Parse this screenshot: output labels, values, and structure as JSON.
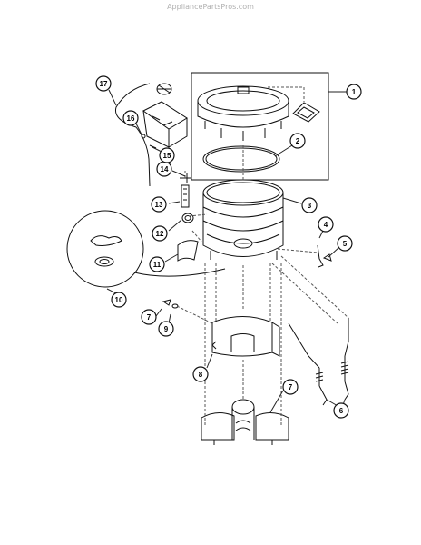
{
  "watermark": "AppliancePartsPros.com",
  "colors": {
    "line": "#111111",
    "leader": "#222222",
    "dashed": "#555555"
  },
  "callouts": [
    "1",
    "2",
    "3",
    "4",
    "5",
    "6",
    "7",
    "8",
    "9",
    "10",
    "11",
    "12",
    "13",
    "14",
    "15",
    "16",
    "17"
  ]
}
